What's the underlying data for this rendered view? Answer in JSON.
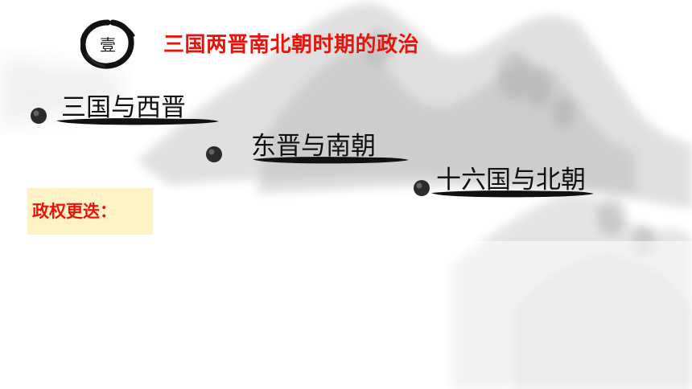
{
  "section": {
    "badge_char": "壹",
    "title": "三国两晋南北朝时期的政治"
  },
  "topics": [
    {
      "label": "三国与西晋"
    },
    {
      "label": "东晋与南朝"
    },
    {
      "label": "十六国与北朝"
    }
  ],
  "note": {
    "label": "政权更迭："
  },
  "colors": {
    "title_red": "#e8140c",
    "note_bg": "#fdf2c6",
    "ink": "#111111"
  },
  "icons": {
    "badge": "ink-brush-circle-icon",
    "bullet": "ink-dot-icon",
    "underline": "brush-stroke-underline"
  }
}
